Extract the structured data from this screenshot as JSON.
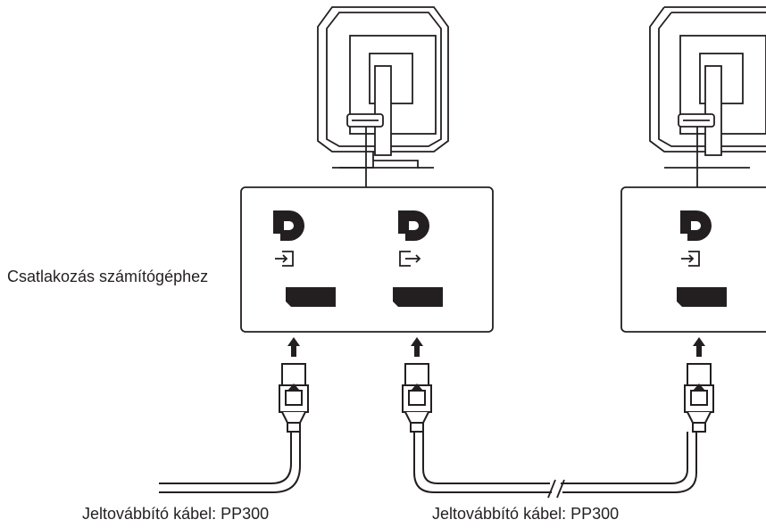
{
  "labels": {
    "connect_to_computer": "Csatlakozás számítógéphez",
    "cable_left": "Jeltovábbító kábel: PP300",
    "cable_right": "Jeltovábbító kábel: PP300"
  },
  "monitors": [
    {
      "name": "monitor-1",
      "ports": [
        "displayport-in",
        "displayport-out"
      ]
    },
    {
      "name": "monitor-2",
      "ports": [
        "displayport-in"
      ]
    }
  ],
  "icons": [
    "displayport-logo-icon",
    "input-arrow-icon",
    "output-arrow-icon",
    "displayport-connector-icon",
    "up-arrow-icon",
    "cable-plug-icon",
    "cable-break-icon"
  ],
  "colors": {
    "stroke": "#231f20",
    "fill": "#ffffff"
  }
}
